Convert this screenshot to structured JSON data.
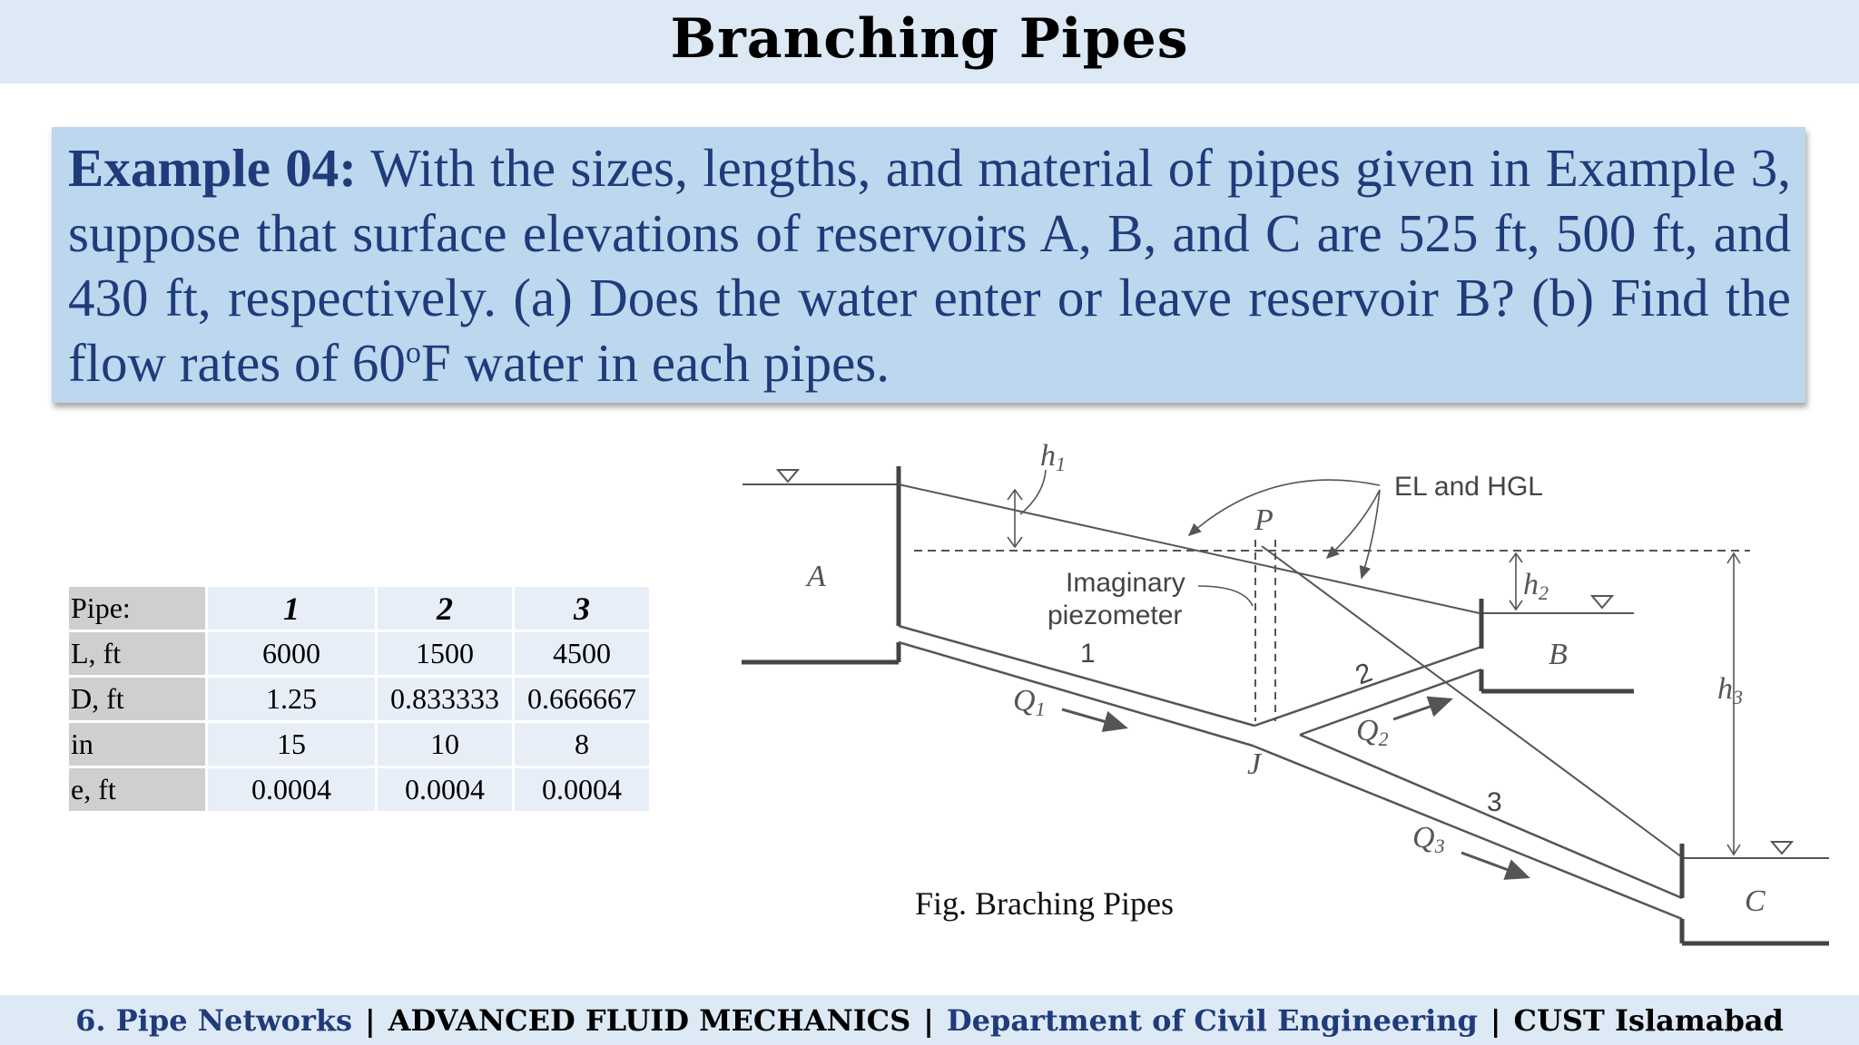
{
  "header": {
    "title": "Branching Pipes"
  },
  "problem": {
    "lead": "Example 04:",
    "text_main": " With the sizes, lengths, and material of pipes given in Example 3, suppose that surface elevations of reservoirs A, B, and C are 525 ft, 500 ft, and 430 ft, respectively. (a) Does the water enter or leave reservoir B? (b) Find the flow rates of 60",
    "degree": "o",
    "text_end": "F water in each pipes."
  },
  "table": {
    "header": [
      "Pipe:",
      "1",
      "2",
      "3"
    ],
    "rows": [
      [
        "L, ft",
        "6000",
        "1500",
        "4500"
      ],
      [
        "D, ft",
        "1.25",
        "0.833333",
        "0.666667"
      ],
      [
        "in",
        "15",
        "10",
        "8"
      ],
      [
        "e, ft",
        "0.0004",
        "0.0004",
        "0.0004"
      ]
    ]
  },
  "figure": {
    "caption": "Fig. Braching Pipes",
    "labels": {
      "h1": "h",
      "h1_sub": "1",
      "el_hgl": "EL and HGL",
      "p": "P",
      "a": "A",
      "imaginary": "Imaginary",
      "piezometer": "piezometer",
      "h2": "h",
      "h2_sub": "2",
      "b": "B",
      "h3": "h",
      "h3_sub": "3",
      "pipe1": "1",
      "pipe2": "2",
      "pipe3": "3",
      "q1": "Q",
      "q1_sub": "1",
      "q2": "Q",
      "q2_sub": "2",
      "q3": "Q",
      "q3_sub": "3",
      "j": "J",
      "c": "C"
    }
  },
  "footer": {
    "part1": "6. Pipe Networks",
    "sep": "|",
    "part2": "ADVANCED FLUID MECHANICS",
    "part3": "Department of Civil Engineering",
    "part4": "CUST Islamabad"
  }
}
